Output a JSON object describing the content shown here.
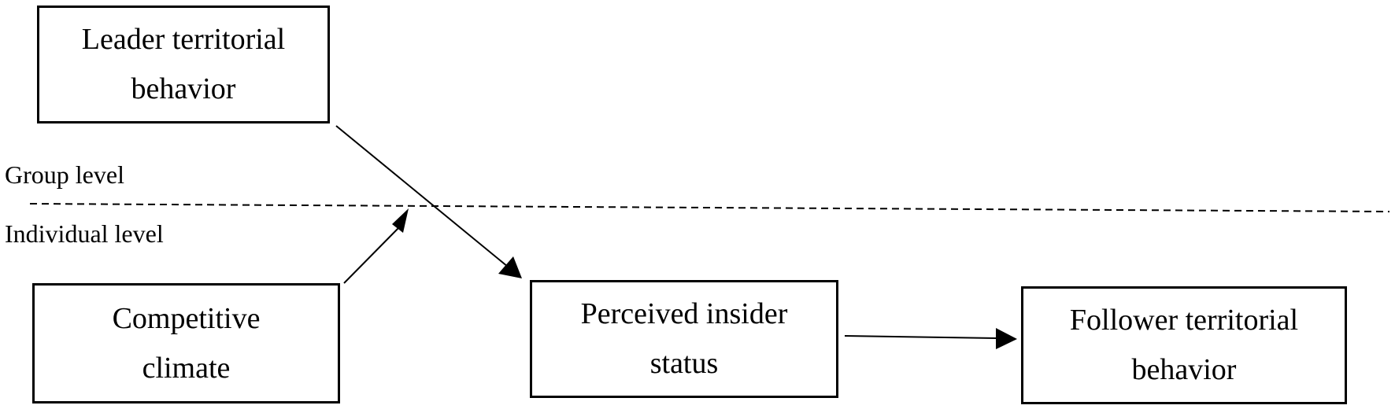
{
  "diagram": {
    "nodes": {
      "leader": {
        "line1": "Leader territorial",
        "line2": "behavior"
      },
      "climate": {
        "line1": "Competitive",
        "line2": "climate"
      },
      "insider": {
        "line1": "Perceived insider",
        "line2": "status"
      },
      "follower": {
        "line1": "Follower territorial",
        "line2": "behavior"
      }
    },
    "levels": {
      "group": "Group level",
      "individual": "Individual level"
    },
    "edges": [
      {
        "from": "leader",
        "to": "insider"
      },
      {
        "from": "climate",
        "to": "leader-insider-path"
      },
      {
        "from": "insider",
        "to": "follower"
      }
    ]
  }
}
